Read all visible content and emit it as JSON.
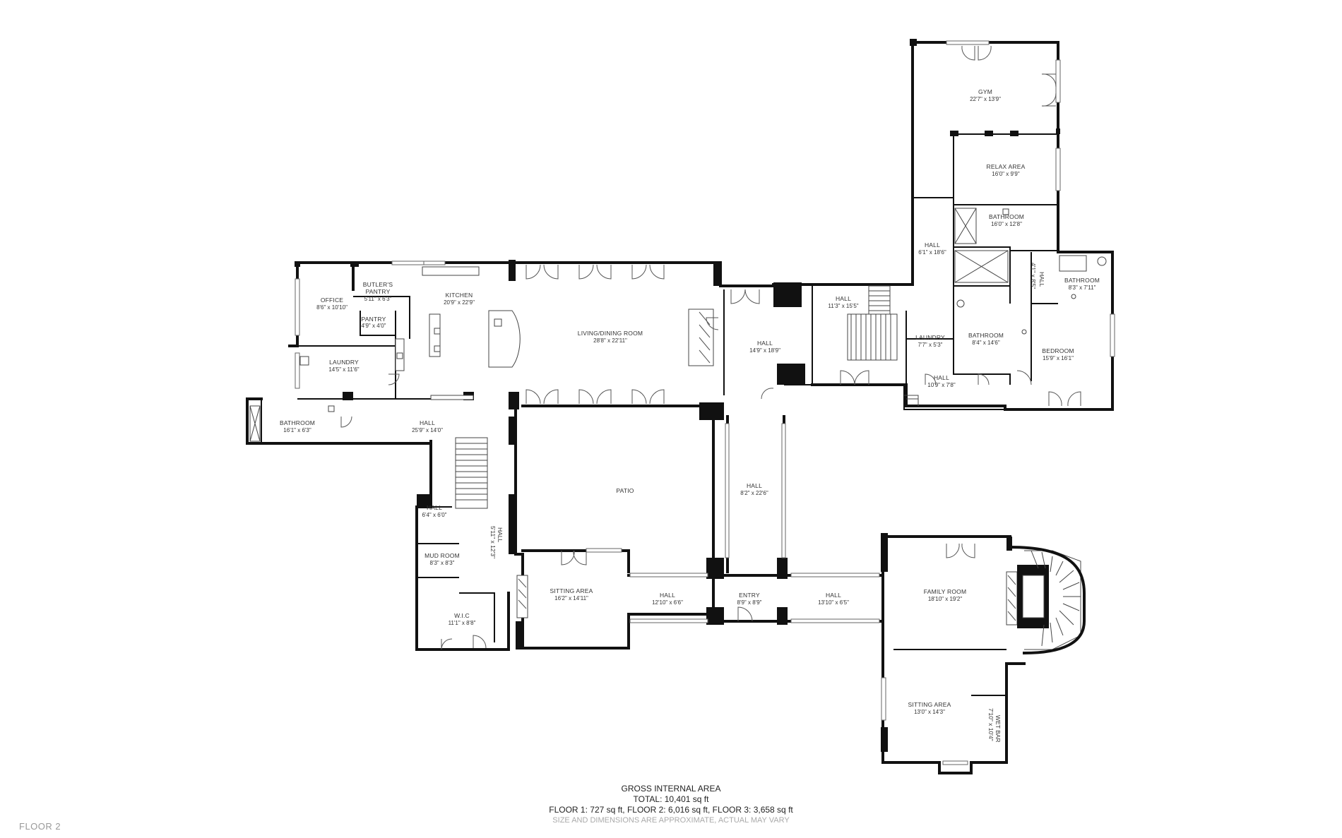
{
  "rooms": {
    "gym": {
      "name": "GYM",
      "dims": "22'7\" x 13'9\""
    },
    "relax_area": {
      "name": "RELAX AREA",
      "dims": "16'0\" x 9'9\""
    },
    "bathroom_upper": {
      "name": "BATHROOM",
      "dims": "16'0\" x 12'8\""
    },
    "hall_east_narrow": {
      "name": "HALL",
      "dims": "6'1\" x 18'6\""
    },
    "hall_stair": {
      "name": "HALL",
      "dims": "11'3\" x 15'5\""
    },
    "laundry_east": {
      "name": "LAUNDRY",
      "dims": "7'7\" x 5'3\""
    },
    "bathroom_mid": {
      "name": "BATHROOM",
      "dims": "8'4\" x 14'6\""
    },
    "hall_small_east": {
      "name": "HALL",
      "dims": "10'9\" x 7'8\""
    },
    "bathroom_bed": {
      "name": "BATHROOM",
      "dims": "8'3\" x 7'11\""
    },
    "hall_vertical_bed": {
      "name": "HALL",
      "dims": "4'1\" x 8'5\""
    },
    "bedroom": {
      "name": "BEDROOM",
      "dims": "15'9\" x 16'1\""
    },
    "office": {
      "name": "OFFICE",
      "dims": "8'6\" x 10'10\""
    },
    "butlers_pantry": {
      "name": "BUTLER'S PANTRY",
      "dims": "5'11\" x 6'3\""
    },
    "pantry": {
      "name": "PANTRY",
      "dims": "4'9\" x 4'0\""
    },
    "kitchen": {
      "name": "KITCHEN",
      "dims": "20'9\" x 22'9\""
    },
    "living_dining": {
      "name": "LIVING/DINING ROOM",
      "dims": "28'8\" x 22'11\""
    },
    "hall_center": {
      "name": "HALL",
      "dims": "14'9\" x 18'9\""
    },
    "laundry_west": {
      "name": "LAUNDRY",
      "dims": "14'5\" x 11'6\""
    },
    "bathroom_west": {
      "name": "BATHROOM",
      "dims": "16'1\" x 6'3\""
    },
    "hall_west": {
      "name": "HALL",
      "dims": "25'9\" x 14'0\""
    },
    "patio": {
      "name": "PATIO",
      "dims": ""
    },
    "hall_gallery": {
      "name": "HALL",
      "dims": "8'2\" x 22'6\""
    },
    "hall_small_west": {
      "name": "HALL",
      "dims": "6'4\" x 6'0\""
    },
    "hall_vertical_west": {
      "name": "HALL",
      "dims": "5'11\" x 12'3\""
    },
    "mud_room": {
      "name": "MUD ROOM",
      "dims": "8'3\" x 8'3\""
    },
    "wic": {
      "name": "W.I.C",
      "dims": "11'1\" x 8'8\""
    },
    "sitting_area_west": {
      "name": "SITTING AREA",
      "dims": "16'2\" x 14'11\""
    },
    "hall_entry_west": {
      "name": "HALL",
      "dims": "12'10\" x 6'6\""
    },
    "entry": {
      "name": "ENTRY",
      "dims": "8'9\" x 8'9\""
    },
    "hall_entry_east": {
      "name": "HALL",
      "dims": "13'10\" x 6'5\""
    },
    "family_room": {
      "name": "FAMILY ROOM",
      "dims": "18'10\" x 19'2\""
    },
    "sitting_area_east": {
      "name": "SITTING AREA",
      "dims": "13'0\" x 14'3\""
    },
    "wet_bar": {
      "name": "WET BAR",
      "dims": "7'10\" x 10'4\""
    }
  },
  "footer": {
    "title": "GROSS INTERNAL AREA",
    "total": "TOTAL: 10,401 sq ft",
    "floors": "FLOOR 1: 727 sq ft, FLOOR 2: 6,016 sq ft, FLOOR 3: 3,658 sq ft",
    "note": "SIZE AND DIMENSIONS ARE APPROXIMATE, ACTUAL MAY VARY"
  },
  "floor_label": "FLOOR 2"
}
